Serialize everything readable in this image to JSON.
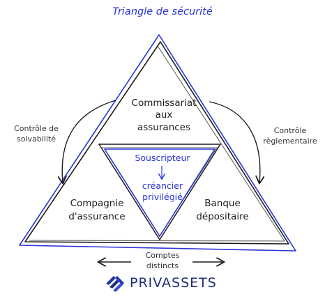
{
  "diagram": {
    "title": "Triangle de sécurité",
    "top_node": [
      "Commissariat",
      "aux",
      "assurances"
    ],
    "center_node": "Souscripteur",
    "center_sub": [
      "créancier",
      "privilégié"
    ],
    "left_node": [
      "Compagnie",
      "d'assurance"
    ],
    "right_node": [
      "Banque",
      "dépositaire"
    ],
    "left_relation": [
      "Contrôle de",
      "solvabilité"
    ],
    "right_relation": [
      "Contrôle",
      "règlementaire"
    ],
    "bottom_relation": [
      "Comptes",
      "distincts"
    ]
  },
  "brand": {
    "name": "PRIVASSETS",
    "icon": "privassets-logo-icon"
  },
  "colors": {
    "accent": "#2b35d8",
    "ink": "#1c1c1c",
    "brand": "#1d2f7a"
  }
}
